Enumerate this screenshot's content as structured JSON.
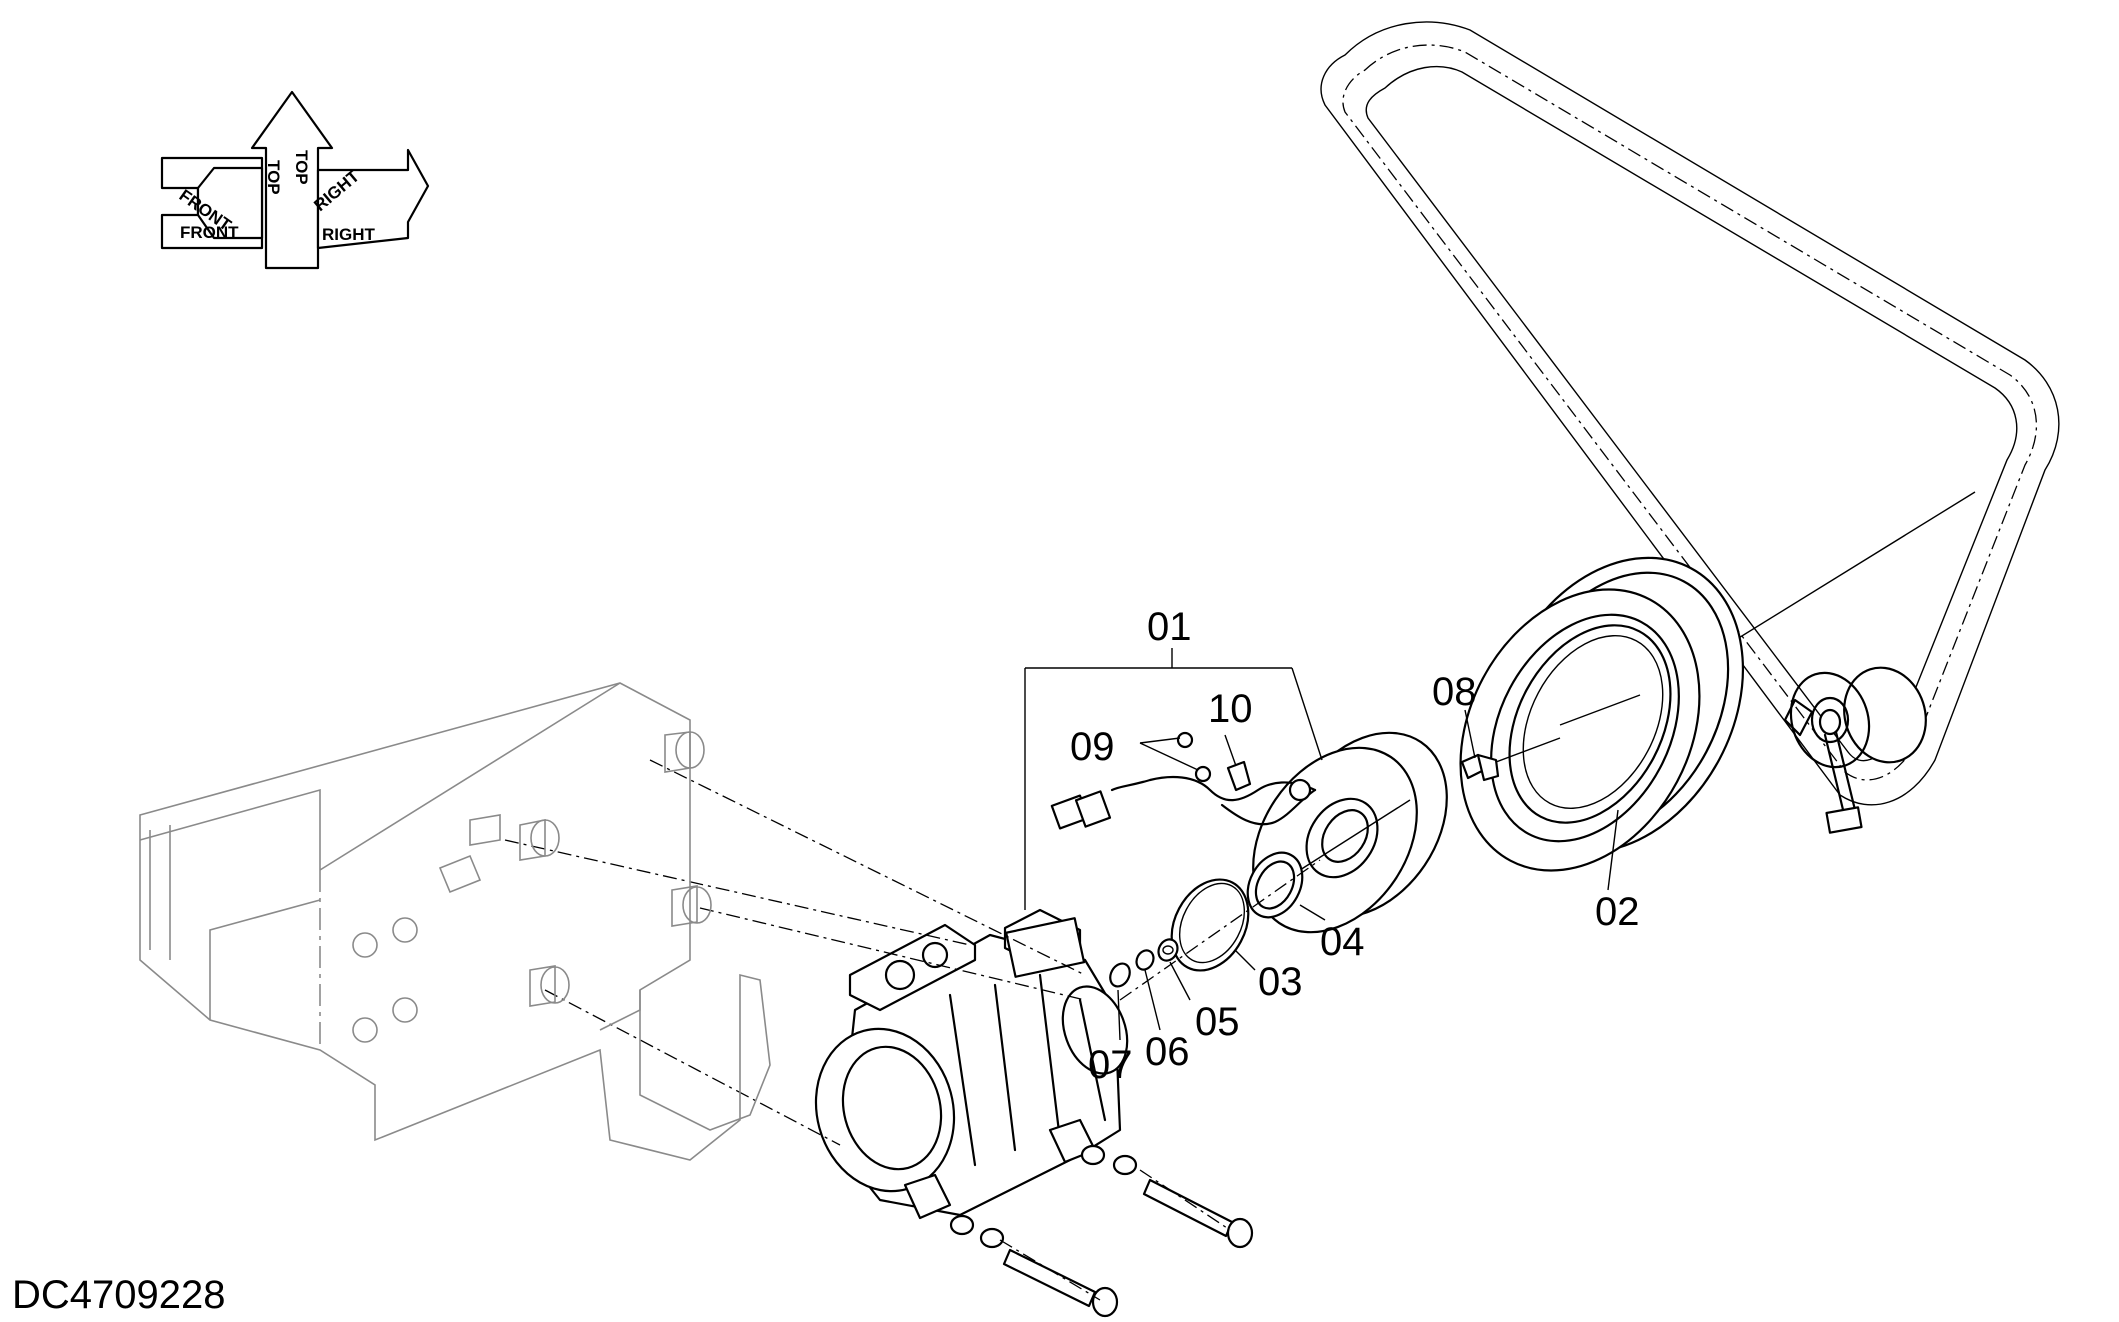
{
  "drawing_code": "DC4709228",
  "orientation": {
    "front": "FRONT",
    "top": "TOP",
    "right": "RIGHT"
  },
  "callouts": {
    "c01": "01",
    "c02": "02",
    "c03": "03",
    "c04": "04",
    "c05": "05",
    "c06": "06",
    "c07": "07",
    "c08": "08",
    "c09": "09",
    "c10": "10"
  }
}
